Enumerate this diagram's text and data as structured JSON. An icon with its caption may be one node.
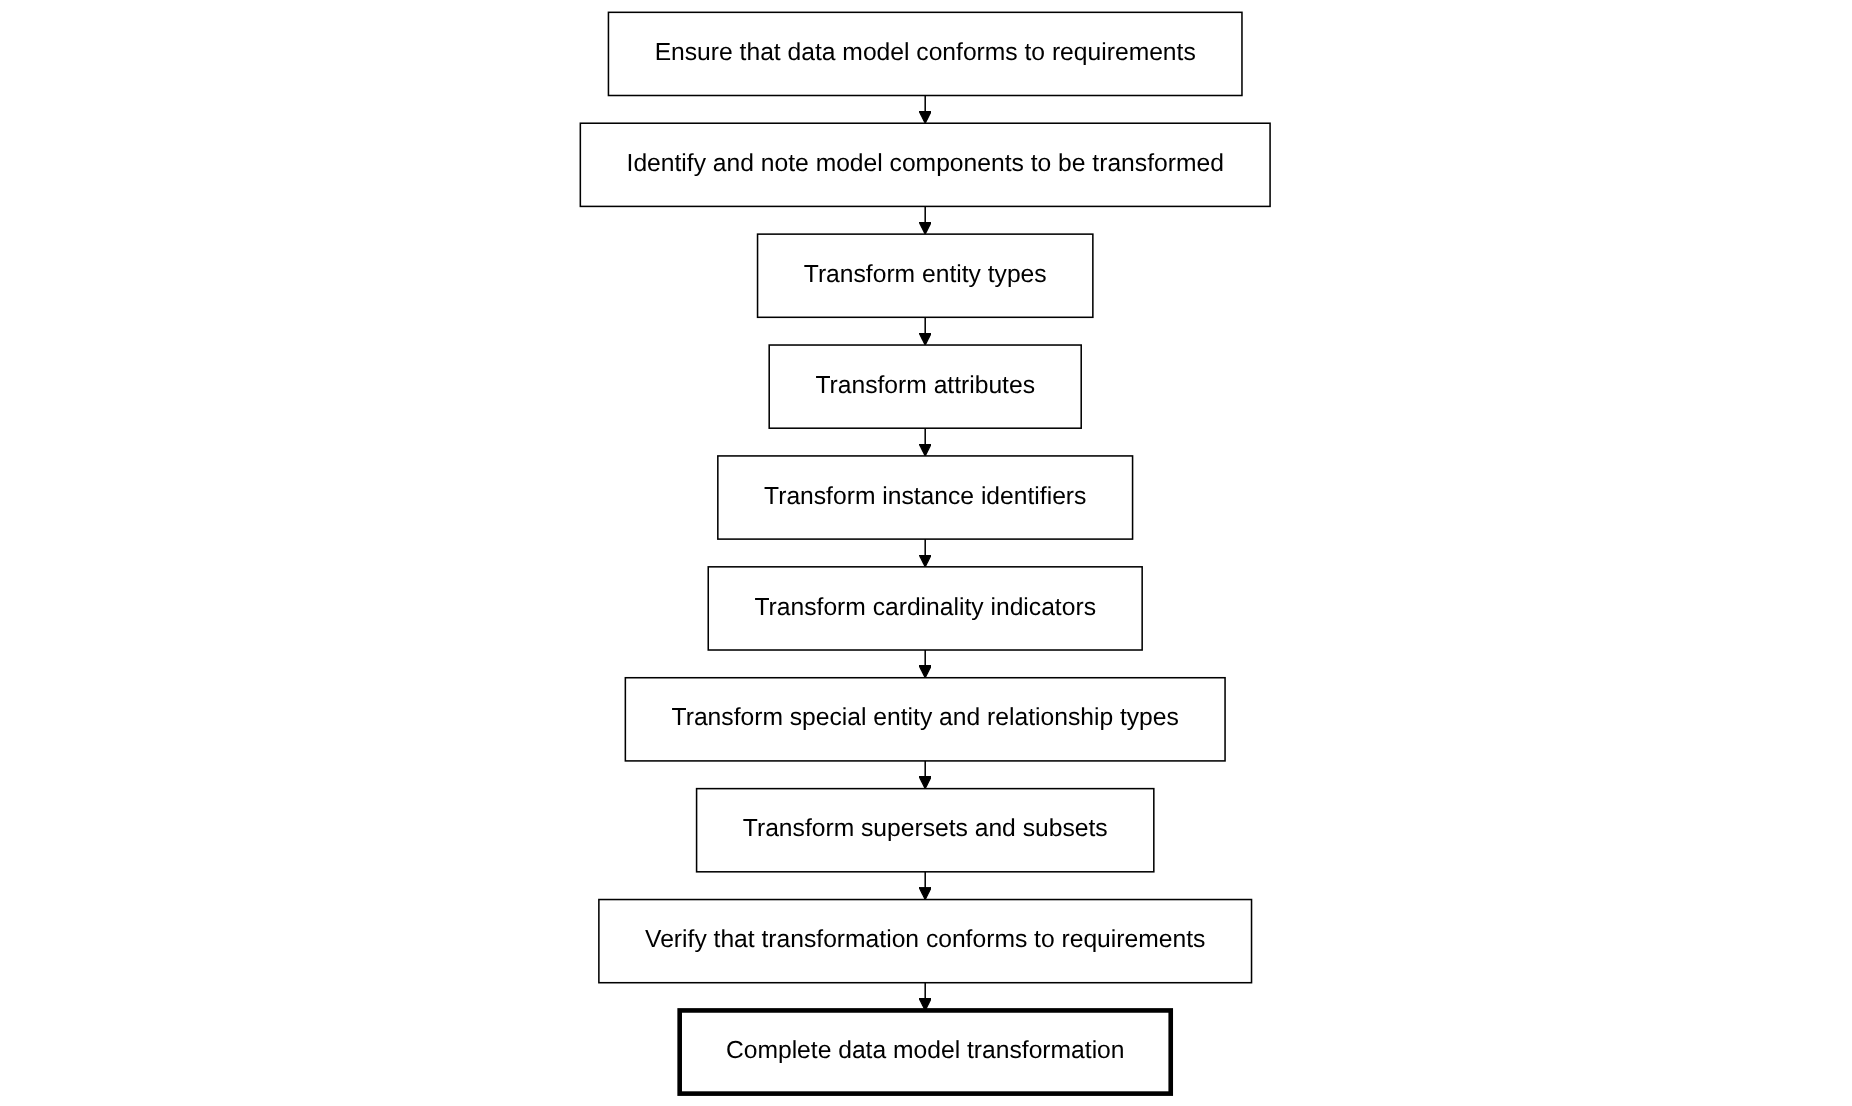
{
  "diagram": {
    "nodes": [
      {
        "text": [
          "Ensure that data model conforms to requirements"
        ]
      },
      {
        "text": [
          "Identify and note model components to be transformed"
        ]
      },
      {
        "text": [
          "Transform entity types"
        ]
      },
      {
        "text": [
          "Transform attributes"
        ]
      },
      {
        "text": [
          "Transform instance identifiers"
        ]
      },
      {
        "text": [
          "Transform cardinality indicators"
        ]
      },
      {
        "text": [
          "Transform special entity and relationship types"
        ]
      },
      {
        "text": [
          "Transform supersets and subsets"
        ]
      },
      {
        "text": [
          "Verify that transformation conforms to requirements"
        ]
      },
      {
        "text": [
          "Complete data model transformation"
        ]
      }
    ],
    "edges": [
      {
        "from": 0,
        "to": 1,
        "arrow": "to"
      },
      {
        "from": 1,
        "to": 2,
        "arrow": "to"
      },
      {
        "from": 2,
        "to": 3,
        "arrow": "to"
      },
      {
        "from": 3,
        "to": 4,
        "arrow": "to"
      },
      {
        "from": 4,
        "to": 5,
        "arrow": "to"
      },
      {
        "from": 5,
        "to": 6,
        "arrow": "to"
      },
      {
        "from": 6,
        "to": 7,
        "arrow": "to"
      },
      {
        "from": 7,
        "to": 8,
        "arrow": "to"
      },
      {
        "from": 8,
        "to": 9,
        "arrow": "to"
      }
    ]
  }
}
